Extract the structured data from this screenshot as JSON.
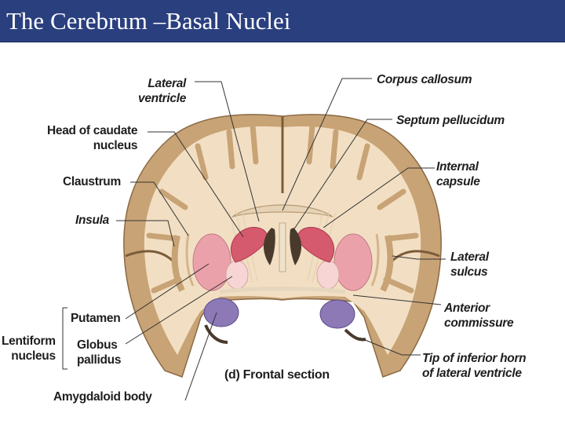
{
  "slide": {
    "title": "The Cerebrum –Basal Nuclei"
  },
  "labels": {
    "lateral_ventricle": "Lateral\nventricle",
    "head_of_caudate": "Head of caudate\nnucleus",
    "claustrum": "Claustrum",
    "insula": "Insula",
    "putamen": "Putamen",
    "lentiform": "Lentiform\nnucleus",
    "globus_pallidus": "Globus\npallidus",
    "amygdaloid": "Amygdaloid body",
    "corpus_callosum": "Corpus callosum",
    "septum": "Septum pellucidum",
    "internal_capsule": "Internal\ncapsule",
    "lateral_sulcus": "Lateral\nsulcus",
    "anterior_commissure": "Anterior\ncommissure",
    "inferior_horn": "Tip of inferior horn\nof lateral ventricle",
    "section": "(d) Frontal section"
  },
  "colors": {
    "title_bg": "#2a3f7e",
    "cortex": "#c8a376",
    "white_matter": "#f2dfc3",
    "caudate": "#d65a6e",
    "putamen": "#eba1aa",
    "globus_pallidus": "#f7d5d5",
    "amygdala": "#8d79b6",
    "ventricle": "#4a3a2c"
  }
}
